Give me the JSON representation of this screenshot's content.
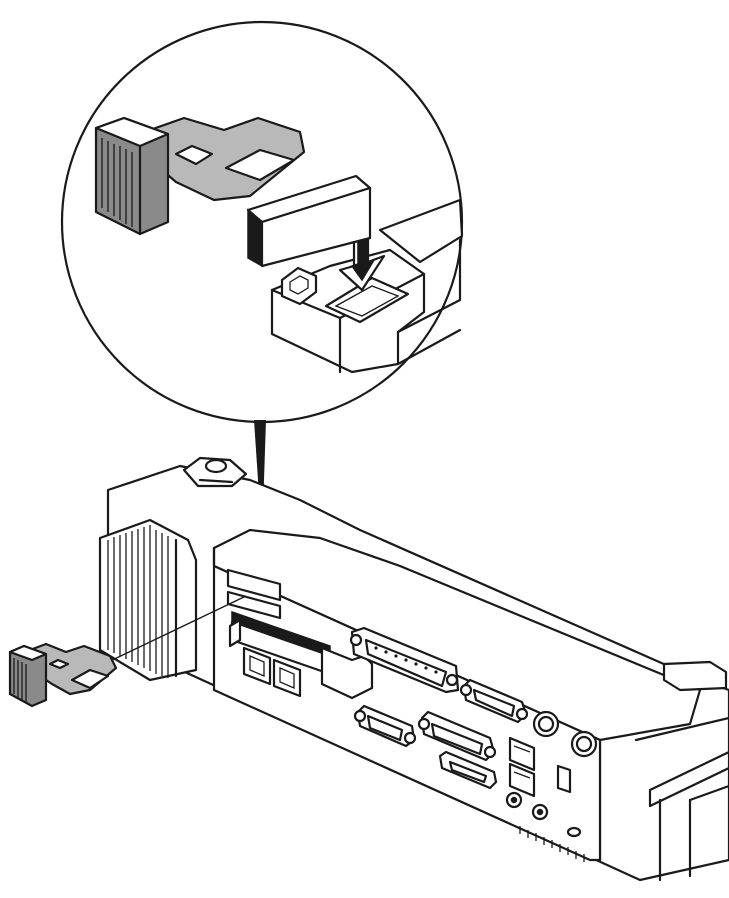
{
  "figure": {
    "description_visible_text": "",
    "colors": {
      "line": "#1a1a1a",
      "background": "#ffffff",
      "part_fill": "#8a8a8a",
      "part_light_fill": "#b9b9b9"
    },
    "parts": [
      {
        "name": "detail-magnifier-circle"
      },
      {
        "name": "security-lock-clip-magnified"
      },
      {
        "name": "insert-arrow"
      },
      {
        "name": "port-replicator-base"
      },
      {
        "name": "security-lock-clip-detached"
      }
    ]
  }
}
